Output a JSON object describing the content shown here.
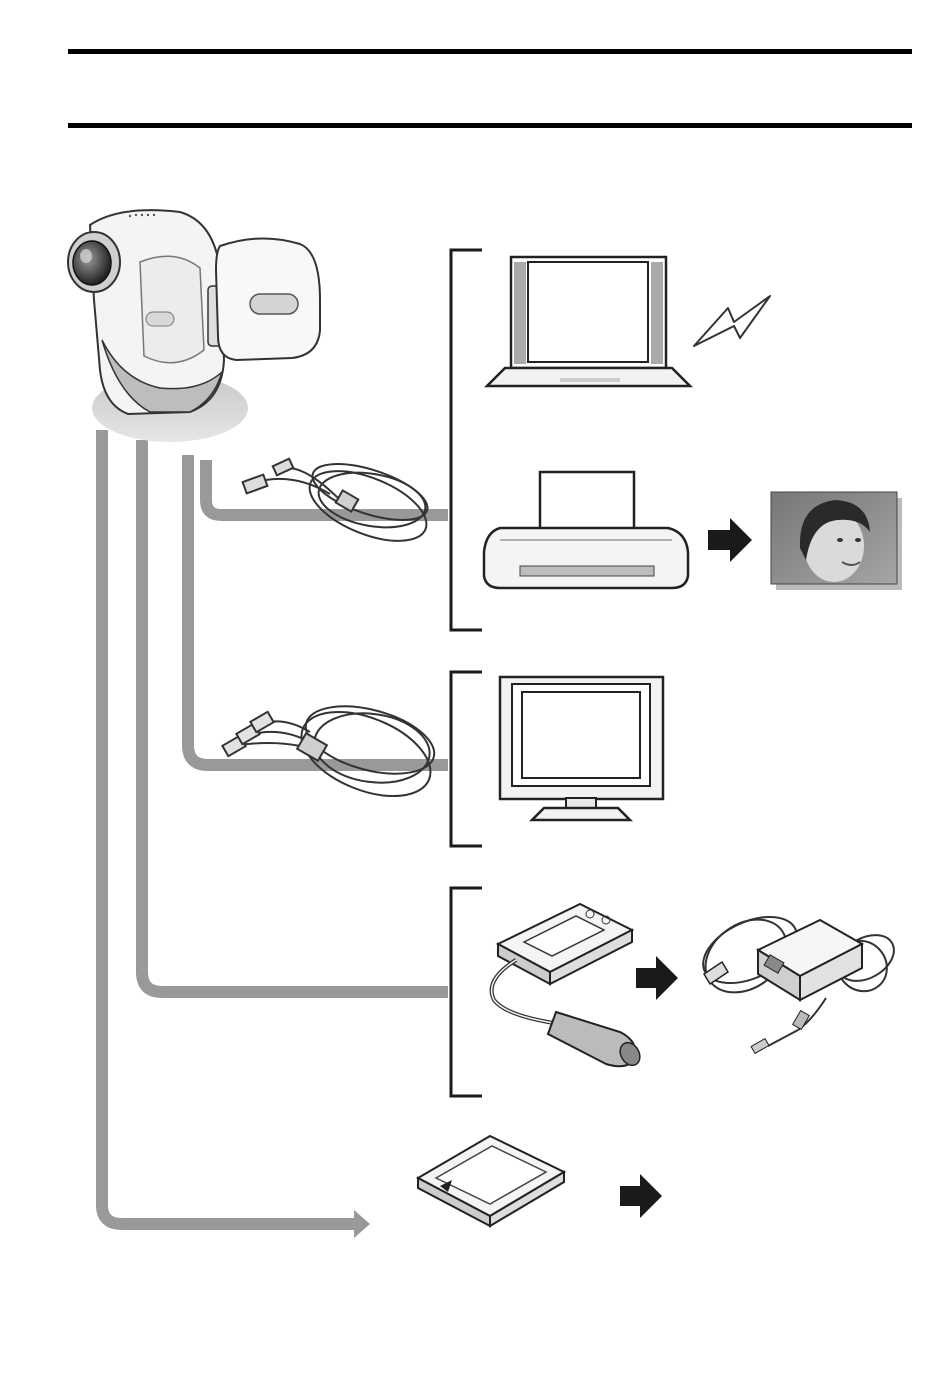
{
  "page": {
    "background": "#ffffff",
    "rule_color": "#000000",
    "route_color": "#999999",
    "bracket_color": "#1a1a1a"
  },
  "items": [
    {
      "id": "camcorder",
      "icon": "camcorder-icon"
    },
    {
      "id": "usb-cable",
      "icon": "usb-cable-icon"
    },
    {
      "id": "laptop",
      "icon": "laptop-computer-icon"
    },
    {
      "id": "lightning",
      "icon": "lightning-bolt-icon"
    },
    {
      "id": "printer",
      "icon": "printer-icon"
    },
    {
      "id": "printed-photo",
      "icon": "portrait-photo-icon"
    },
    {
      "id": "av-cable",
      "icon": "av-cable-icon"
    },
    {
      "id": "tv",
      "icon": "television-icon"
    },
    {
      "id": "docking-adapter",
      "icon": "battery-adapter-icon"
    },
    {
      "id": "ac-adapter",
      "icon": "ac-adapter-icon"
    },
    {
      "id": "memory-card",
      "icon": "sd-card-icon"
    },
    {
      "id": "arrows",
      "icon": "right-arrow-icon"
    }
  ]
}
